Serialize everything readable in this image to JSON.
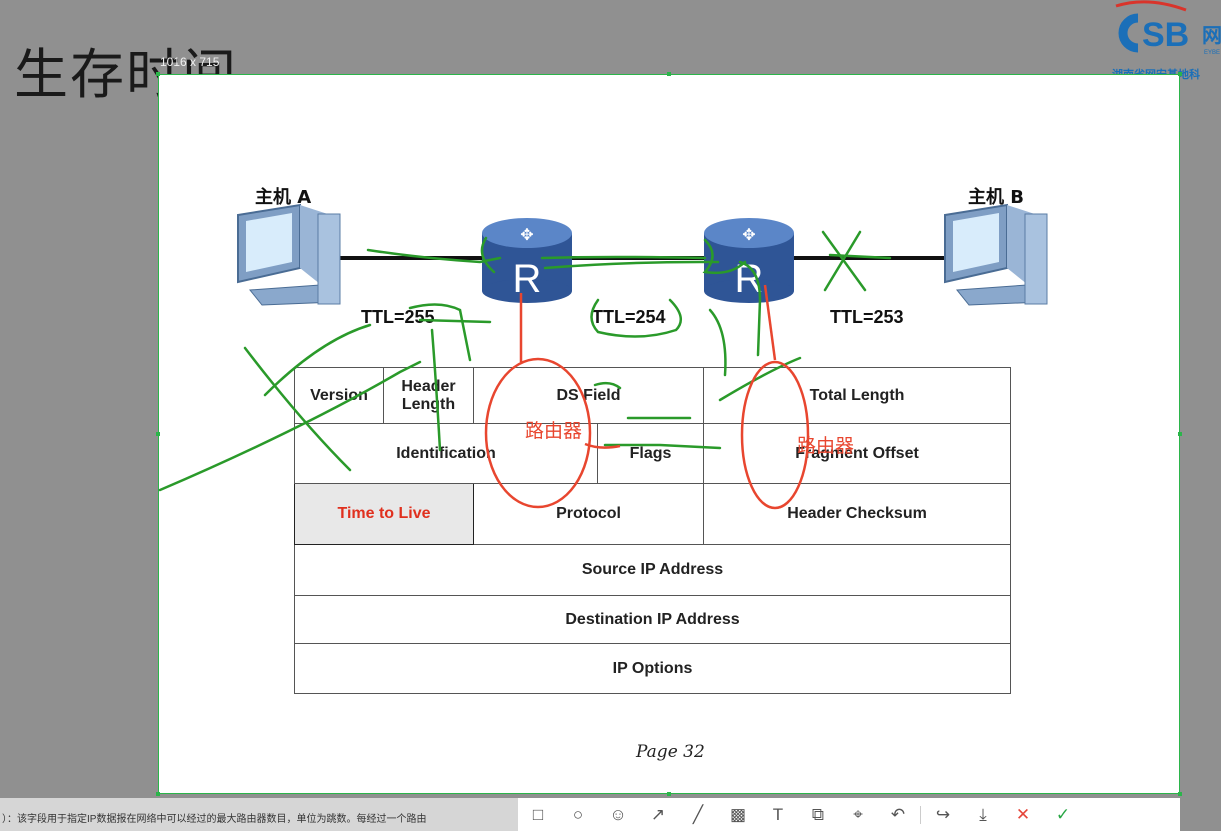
{
  "slide": {
    "title": "生存时间",
    "logo_name": "CSB",
    "logo_side_text": "网",
    "logo_sub": "EYBE",
    "logo_org": "湖南省网安基地科"
  },
  "selection": {
    "dimensions": "1016 x 715"
  },
  "diagram": {
    "host_a": "主机 A",
    "host_b": "主机 B",
    "ttl_values": [
      "TTL=255",
      "TTL=254",
      "TTL=253"
    ],
    "router_annotation": "路由器"
  },
  "ip_header": {
    "row1": [
      "Version",
      "Header Length",
      "DS Field",
      "Total Length"
    ],
    "row2": [
      "Identification",
      "Flags",
      "Fragment Offset"
    ],
    "row3": [
      "Time to Live",
      "Protocol",
      "Header Checksum"
    ],
    "row4": "Source IP Address",
    "row5": "Destination IP Address",
    "row6": "IP  Options"
  },
  "page": "Page 32",
  "footer_text": "）：该字段用于指定IP数据报在网络中可以经过的最大路由器数目，单位为跳数。每经过一个路由",
  "toolbar": {
    "tools": [
      "rectangle-tool",
      "ellipse-tool",
      "emoji-tool",
      "arrow-tool",
      "pen-tool",
      "mosaic-tool",
      "text-tool",
      "pin-tool",
      "ocr-tool",
      "undo-tool",
      "share-tool",
      "save-tool"
    ],
    "glyphs": [
      "□",
      "○",
      "☺",
      "↗",
      "╱",
      "▩",
      "T",
      "⧉",
      "⌖",
      "↶",
      "↪",
      "⤓"
    ]
  },
  "colors": {
    "selection": "#2bb54a",
    "annotation_green": "#2a9a2a",
    "annotation_red": "#e8462f"
  }
}
